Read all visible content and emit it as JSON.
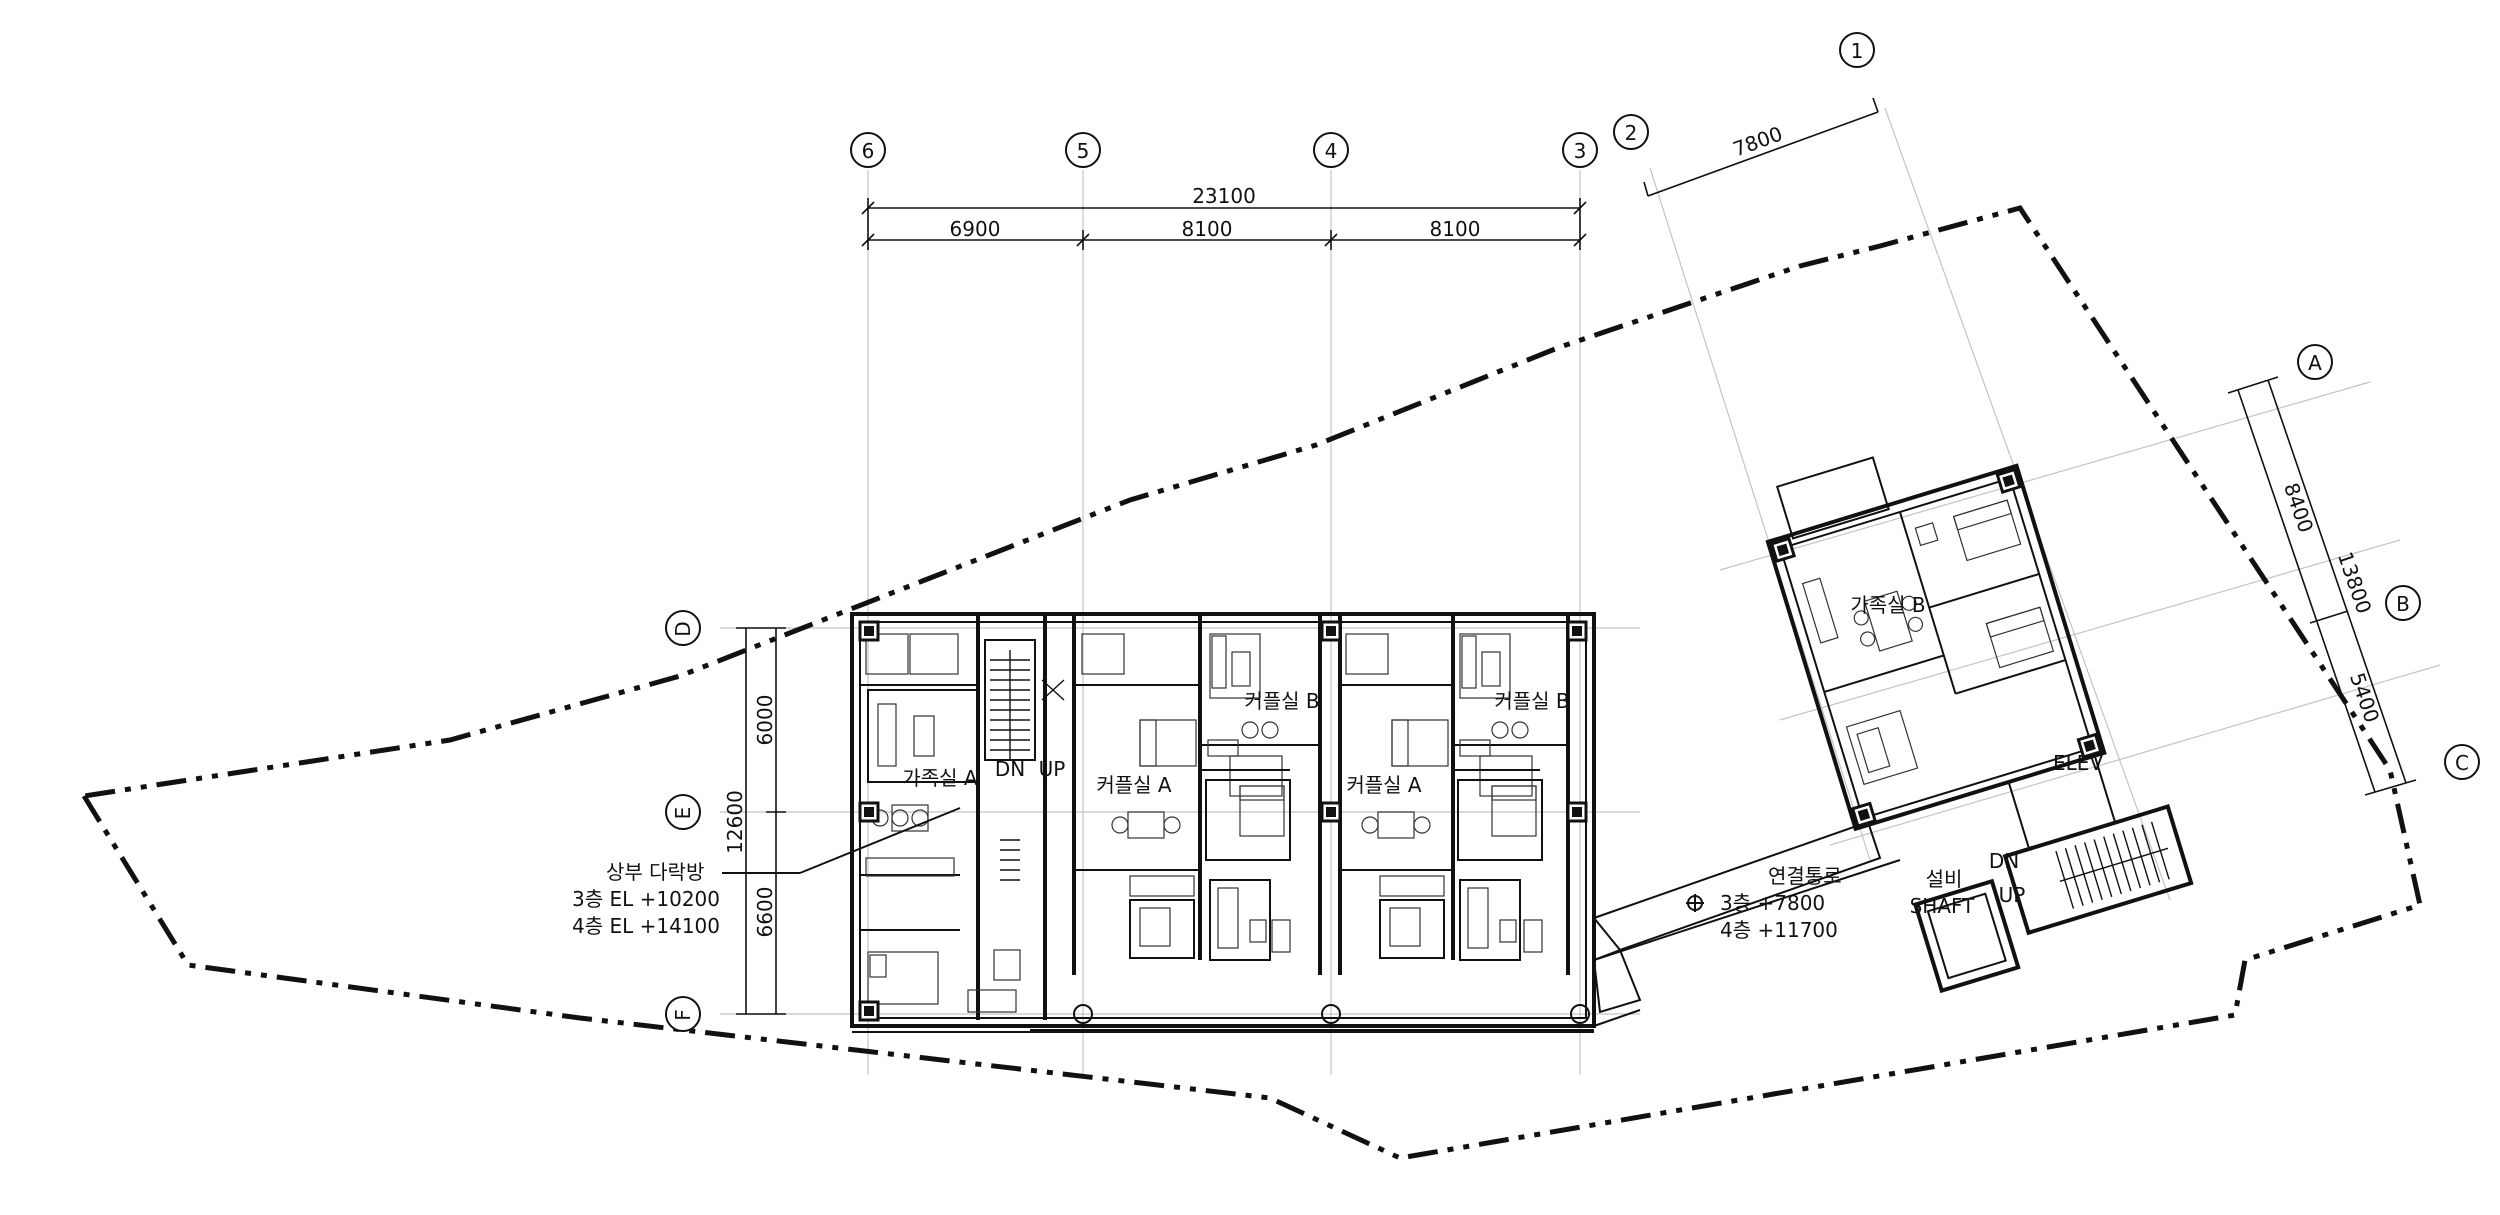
{
  "grid_labels": {
    "g1": "1",
    "g2": "2",
    "g3": "3",
    "g4": "4",
    "g5": "5",
    "g6": "6",
    "ga": "A",
    "gb": "B",
    "gc": "C",
    "gd": "D",
    "ge": "E",
    "gf": "F"
  },
  "dimensions": {
    "overall": "23100",
    "span_6_5": "6900",
    "span_5_4": "8100",
    "span_4_3": "8100",
    "span_2_1": "7800",
    "span_a_b": "8400",
    "span_b_c": "5400",
    "span_a_c": "13800",
    "span_d_e": "6000",
    "span_e_f": "6600",
    "span_d_f": "12600"
  },
  "rooms": {
    "family_a": "가족실 A",
    "couple_a_1": "커플실 A",
    "couple_b_1": "커플실 B",
    "couple_a_2": "커플실 A",
    "couple_b_2": "커플실 B",
    "family_b": "가족실 B"
  },
  "stair_labels": {
    "west_dn": "DN",
    "west_up": "UP",
    "east_dn": "DN",
    "east_up": "UP"
  },
  "core_labels": {
    "elev": "ELEV",
    "shaft_top": "설비",
    "shaft_bottom": "SHAFT"
  },
  "annotations": {
    "loft_title": "상부 다락방",
    "loft_3f": "3층 EL +10200",
    "loft_4f": "4층 EL +14100",
    "bridge_title": "연결통로",
    "bridge_3f": "3층 +7800",
    "bridge_4f": "4층 +11700"
  }
}
